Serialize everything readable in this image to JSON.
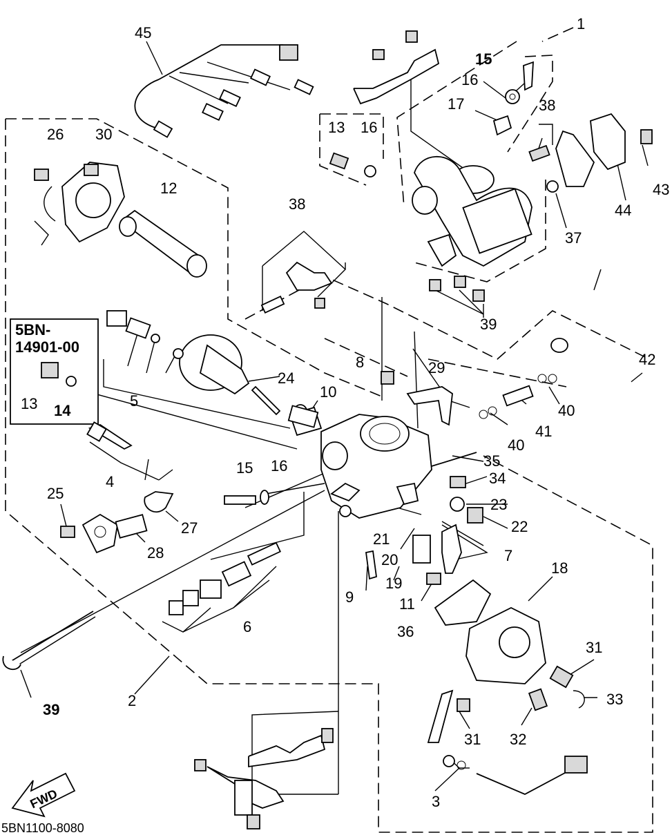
{
  "diagram": {
    "callouts": [
      {
        "id": "c1",
        "text": "1"
      },
      {
        "id": "c2",
        "text": "2"
      },
      {
        "id": "c3",
        "text": "3"
      },
      {
        "id": "c4",
        "text": "4"
      },
      {
        "id": "c5",
        "text": "5"
      },
      {
        "id": "c6",
        "text": "6"
      },
      {
        "id": "c7",
        "text": "7"
      },
      {
        "id": "c8",
        "text": "8"
      },
      {
        "id": "c9",
        "text": "9"
      },
      {
        "id": "c10",
        "text": "10"
      },
      {
        "id": "c11",
        "text": "11"
      },
      {
        "id": "c12",
        "text": "12"
      },
      {
        "id": "c13a",
        "text": "13"
      },
      {
        "id": "c13b",
        "text": "13"
      },
      {
        "id": "c14",
        "text": "14"
      },
      {
        "id": "c15a",
        "text": "15"
      },
      {
        "id": "c15b",
        "text": "15"
      },
      {
        "id": "c16a",
        "text": "16"
      },
      {
        "id": "c16b",
        "text": "16"
      },
      {
        "id": "c16c",
        "text": "16"
      },
      {
        "id": "c17",
        "text": "17"
      },
      {
        "id": "c18",
        "text": "18"
      },
      {
        "id": "c19",
        "text": "19"
      },
      {
        "id": "c20",
        "text": "20"
      },
      {
        "id": "c21",
        "text": "21"
      },
      {
        "id": "c22",
        "text": "22"
      },
      {
        "id": "c23",
        "text": "23"
      },
      {
        "id": "c24",
        "text": "24"
      },
      {
        "id": "c25",
        "text": "25"
      },
      {
        "id": "c26",
        "text": "26"
      },
      {
        "id": "c27",
        "text": "27"
      },
      {
        "id": "c28",
        "text": "28"
      },
      {
        "id": "c29",
        "text": "29"
      },
      {
        "id": "c30",
        "text": "30"
      },
      {
        "id": "c31a",
        "text": "31"
      },
      {
        "id": "c31b",
        "text": "31"
      },
      {
        "id": "c32",
        "text": "32"
      },
      {
        "id": "c33",
        "text": "33"
      },
      {
        "id": "c34",
        "text": "34"
      },
      {
        "id": "c35",
        "text": "35"
      },
      {
        "id": "c36",
        "text": "36"
      },
      {
        "id": "c37",
        "text": "37"
      },
      {
        "id": "c38a",
        "text": "38"
      },
      {
        "id": "c38b",
        "text": "38"
      },
      {
        "id": "c39a",
        "text": "39"
      },
      {
        "id": "c39b",
        "text": "39"
      },
      {
        "id": "c40a",
        "text": "40"
      },
      {
        "id": "c40b",
        "text": "40"
      },
      {
        "id": "c41",
        "text": "41"
      },
      {
        "id": "c42",
        "text": "42"
      },
      {
        "id": "c43",
        "text": "43"
      },
      {
        "id": "c44",
        "text": "44"
      },
      {
        "id": "c45",
        "text": "45"
      }
    ],
    "inset_box": {
      "line1": "5BN-",
      "line2": "14901-00"
    },
    "direction_arrow": "FWD",
    "diagram_code": "5BN1100-8080"
  }
}
